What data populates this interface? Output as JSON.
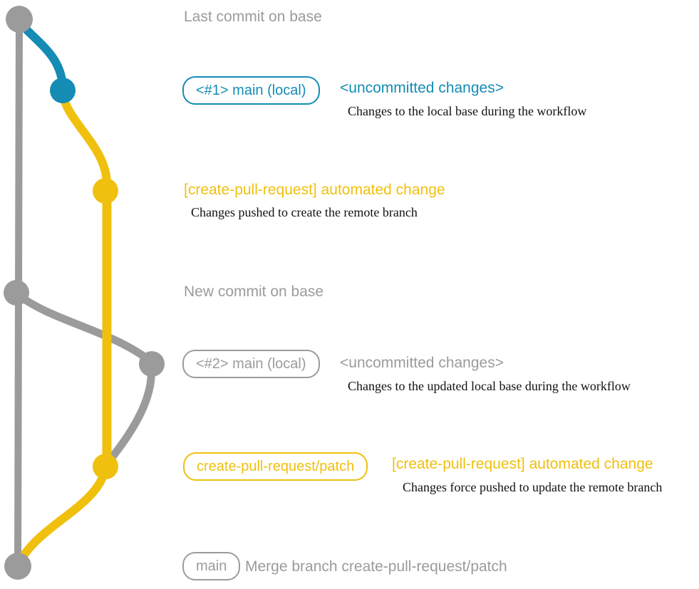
{
  "colors": {
    "gray": "#9b9b9b",
    "blue": "#148cb4",
    "yellow": "#f0c00f",
    "ink": "#111111"
  },
  "graph": {
    "nodes": [
      "commit-last-on-base",
      "commit-main-local-1",
      "commit-automated-change-1",
      "commit-new-on-base",
      "commit-main-local-2",
      "commit-automated-change-2",
      "commit-merge"
    ]
  },
  "rows": {
    "r1": {
      "heading": "Last commit on base"
    },
    "r2": {
      "badge": "<#1> main (local)",
      "title": "<uncommitted changes>",
      "desc": "Changes to the local base during the workflow"
    },
    "r3": {
      "title": "[create-pull-request] automated change",
      "desc": "Changes pushed to create the remote branch"
    },
    "r4": {
      "heading": "New commit on base"
    },
    "r5": {
      "badge": "<#2> main (local)",
      "title": "<uncommitted changes>",
      "desc": "Changes to the updated local base during the workflow"
    },
    "r6": {
      "badge": "create-pull-request/patch",
      "title": "[create-pull-request] automated change",
      "desc": "Changes force pushed to update the remote branch"
    },
    "r7": {
      "badge": "main",
      "text": "Merge branch create-pull-request/patch"
    }
  }
}
